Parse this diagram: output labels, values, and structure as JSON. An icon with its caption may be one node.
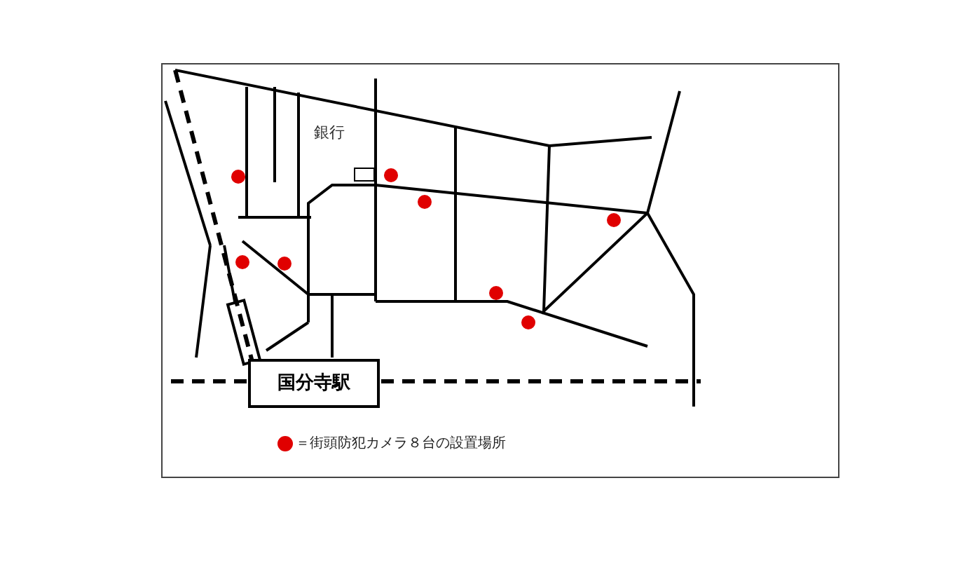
{
  "diagram": {
    "nodes": [
      {
        "text": [
          "国分寺駅"
        ]
      }
    ],
    "labels": [
      "銀行"
    ],
    "legend": [
      {
        "text": "＝街頭防犯カメラ８台の設置場所",
        "color": "#e00000"
      }
    ]
  }
}
